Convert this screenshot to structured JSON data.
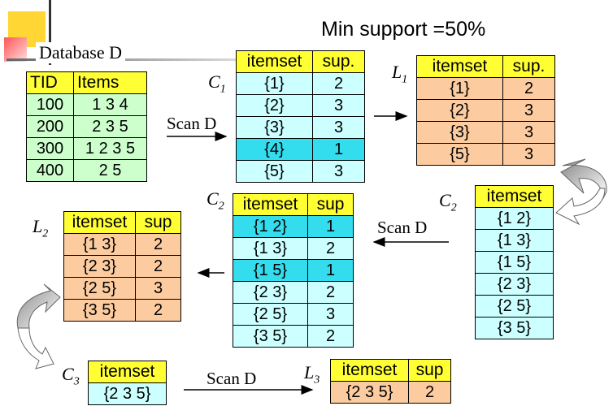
{
  "title": "Min support =50%",
  "database_label": "Database D",
  "scan_label": "Scan D",
  "labels": {
    "c1": "C",
    "c1_sub": "1",
    "l1": "L",
    "l1_sub": "1",
    "c2a": "C",
    "c2a_sub": "2",
    "c2b": "C",
    "c2b_sub": "2",
    "l2": "L",
    "l2_sub": "2",
    "c3": "C",
    "c3_sub": "3",
    "l3": "L",
    "l3_sub": "3"
  },
  "db": {
    "headers": [
      "TID",
      "Items"
    ],
    "rows": [
      [
        "100",
        "1 3 4"
      ],
      [
        "200",
        "2 3 5"
      ],
      [
        "300",
        "1 2 3 5"
      ],
      [
        "400",
        "2 5"
      ]
    ]
  },
  "c1": {
    "headers": [
      "itemset",
      "sup."
    ],
    "rows": [
      [
        "{1}",
        "2"
      ],
      [
        "{2}",
        "3"
      ],
      [
        "{3}",
        "3"
      ],
      [
        "{4}",
        "1"
      ],
      [
        "{5}",
        "3"
      ]
    ]
  },
  "l1": {
    "headers": [
      "itemset",
      "sup."
    ],
    "rows": [
      [
        "{1}",
        "2"
      ],
      [
        "{2}",
        "3"
      ],
      [
        "{3}",
        "3"
      ],
      [
        "{5}",
        "3"
      ]
    ]
  },
  "c2_list": {
    "headers": [
      "itemset"
    ],
    "rows": [
      [
        "{1 2}"
      ],
      [
        "{1 3}"
      ],
      [
        "{1 5}"
      ],
      [
        "{2 3}"
      ],
      [
        "{2 5}"
      ],
      [
        "{3 5}"
      ]
    ]
  },
  "c2_count": {
    "headers": [
      "itemset",
      "sup"
    ],
    "rows": [
      [
        "{1 2}",
        "1"
      ],
      [
        "{1 3}",
        "2"
      ],
      [
        "{1 5}",
        "1"
      ],
      [
        "{2 3}",
        "2"
      ],
      [
        "{2 5}",
        "3"
      ],
      [
        "{3 5}",
        "2"
      ]
    ]
  },
  "l2": {
    "headers": [
      "itemset",
      "sup"
    ],
    "rows": [
      [
        "{1 3}",
        "2"
      ],
      [
        "{2 3}",
        "2"
      ],
      [
        "{2 5}",
        "3"
      ],
      [
        "{3 5}",
        "2"
      ]
    ]
  },
  "c3": {
    "headers": [
      "itemset"
    ],
    "rows": [
      [
        "{2 3 5}"
      ]
    ]
  },
  "l3": {
    "headers": [
      "itemset",
      "sup"
    ],
    "rows": [
      [
        "{2 3 5}",
        "2"
      ]
    ]
  },
  "colors": {
    "header": "#ffff33",
    "db": "#ccffcc",
    "candidate": "#ccffff",
    "pruned": "#33ddee",
    "frequent": "#fccca0"
  }
}
